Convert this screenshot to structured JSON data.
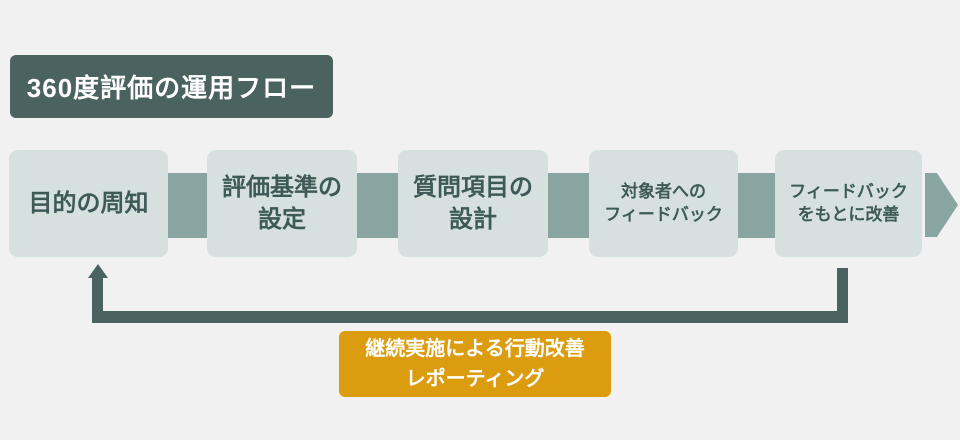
{
  "colors": {
    "background": "#f0f1f0",
    "dark_teal": "#4a6360",
    "step_fill": "#d6e0df",
    "step_text": "#3e5a57",
    "connector": "#88a5a2",
    "accent_orange": "#dc9c10",
    "white": "#ffffff"
  },
  "title": "360度評価の運用フロー",
  "flow": {
    "steps": [
      {
        "label": "目的の周知"
      },
      {
        "label": "評価基準の\n設定"
      },
      {
        "label": "質問項目の\n設計"
      },
      {
        "label": "対象者への\nフィードバック"
      },
      {
        "label": "フィードバック\nをもとに改善"
      }
    ]
  },
  "loop": {
    "note": "継続実施による行動改善\nレポーティング"
  }
}
